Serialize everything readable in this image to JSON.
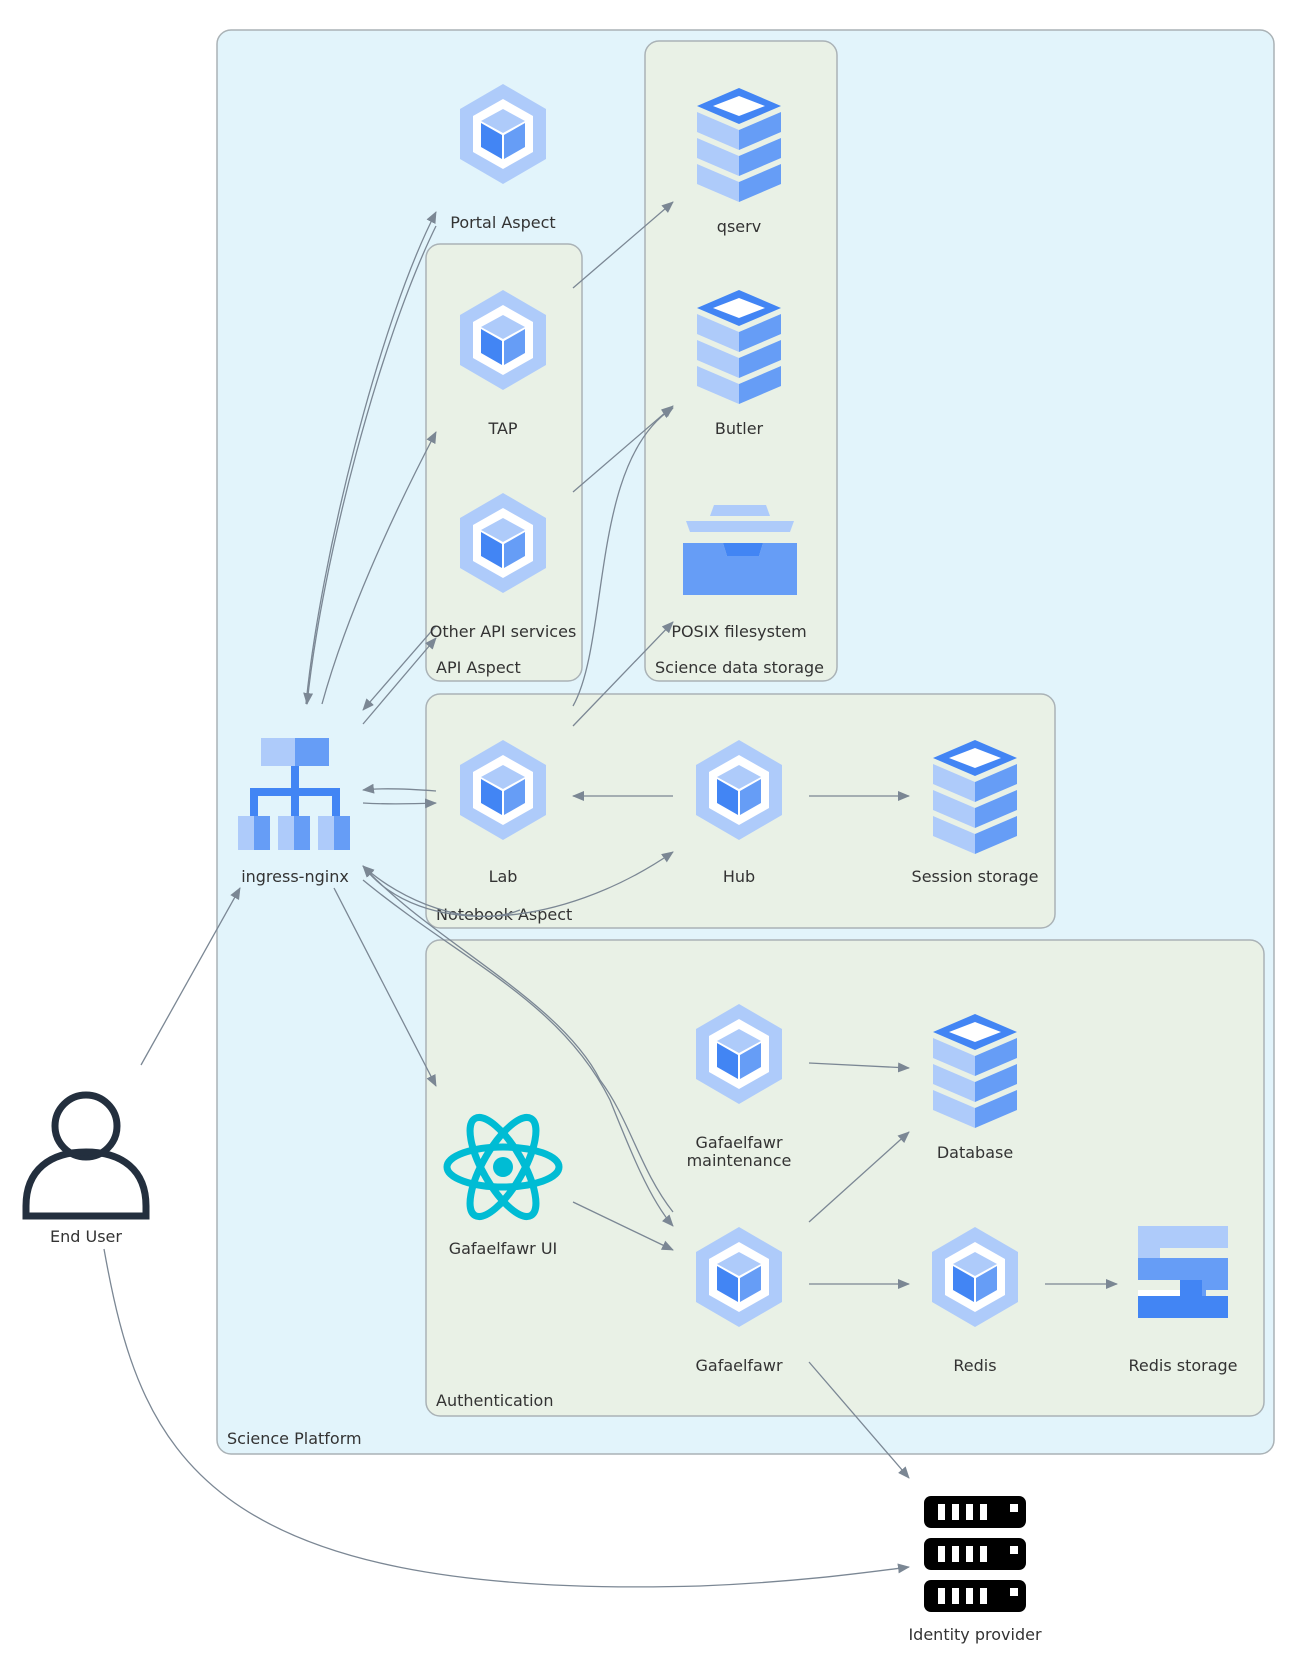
{
  "clusters": {
    "science_platform": "Science Platform",
    "api_aspect": "API Aspect",
    "science_data_storage": "Science data storage",
    "notebook_aspect": "Notebook Aspect",
    "authentication": "Authentication"
  },
  "nodes": {
    "portal_aspect": "Portal Aspect",
    "tap": "TAP",
    "other_api_services": "Other API services",
    "qserv": "qserv",
    "butler": "Butler",
    "posix_filesystem": "POSIX filesystem",
    "ingress_nginx": "ingress-nginx",
    "lab": "Lab",
    "hub": "Hub",
    "session_storage": "Session storage",
    "gafaelfawr_maintenance_1": "Gafaelfawr",
    "gafaelfawr_maintenance_2": "maintenance",
    "database": "Database",
    "gafaelfawr_ui": "Gafaelfawr UI",
    "gafaelfawr": "Gafaelfawr",
    "redis": "Redis",
    "redis_storage": "Redis storage",
    "end_user": "End User",
    "identity_provider": "Identity provider"
  },
  "colors": {
    "platform_fill": "#e2f4fb",
    "cluster_fill": "#e9f1e6",
    "cluster_stroke": "#aab2b6",
    "edge": "#7b8794",
    "icon_light": "#aecbfa",
    "icon_mid": "#669df6",
    "icon_dark": "#4285f4",
    "react": "#00bcd4",
    "user": "#232f3e"
  }
}
